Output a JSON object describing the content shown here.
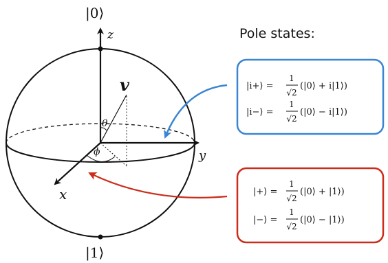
{
  "sphere": {
    "ket_zero": "|0⟩",
    "ket_one": "|1⟩",
    "axis_x": "x",
    "axis_y": "y",
    "axis_z": "z",
    "vector": "v",
    "theta": "θ",
    "phi": "ϕ"
  },
  "panel": {
    "title": "Pole states:",
    "blue_box": {
      "color": "#3a86d2",
      "rows": [
        {
          "lhs": "|i+⟩ =",
          "num": "1",
          "den": "√2",
          "rhs": "(|0⟩ + i|1⟩)"
        },
        {
          "lhs": "|i−⟩ =",
          "num": "1",
          "den": "√2",
          "rhs": "(|0⟩ − i|1⟩)"
        }
      ]
    },
    "red_box": {
      "color": "#cc2c1a",
      "rows": [
        {
          "lhs": "|+⟩ =",
          "num": "1",
          "den": "√2",
          "rhs": "(|0⟩ + |1⟩)"
        },
        {
          "lhs": "|−⟩ =",
          "num": "1",
          "den": "√2",
          "rhs": "(|0⟩ − |1⟩)"
        }
      ]
    }
  }
}
